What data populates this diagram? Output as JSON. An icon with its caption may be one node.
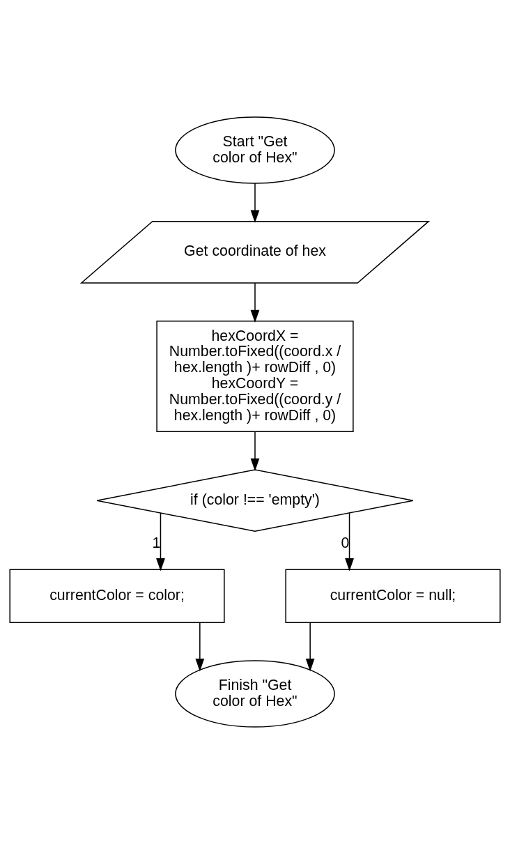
{
  "diagram": {
    "nodes": [
      {
        "text": [
          "Start \"Get color of Hex\""
        ]
      },
      {
        "text": [
          "Get coordinate of hex"
        ]
      },
      {
        "text": [
          "hexCoordX = Number.toFixed((coord.x / hex.length )+ rowDiff , 0) hexCoordY = Number.toFixed((coord.y / hex.length )+ rowDiff , 0)"
        ]
      },
      {
        "text": [
          "if (color !== 'empty')"
        ]
      },
      {
        "text": [
          "currentColor = color;"
        ]
      },
      {
        "text": [
          "currentColor = null;"
        ]
      },
      {
        "text": [
          "Finish \"Get color of Hex\""
        ]
      }
    ],
    "edges": [
      {
        "from": 0,
        "to": 1,
        "arrow": "to"
      },
      {
        "from": 1,
        "to": 2,
        "arrow": "to"
      },
      {
        "from": 2,
        "to": 3,
        "arrow": "to"
      },
      {
        "from": 3,
        "to": 4,
        "arrow": "to",
        "label": "1"
      },
      {
        "from": 3,
        "to": 5,
        "arrow": "to",
        "label": "0"
      },
      {
        "from": 4,
        "to": 6,
        "arrow": "to"
      },
      {
        "from": 5,
        "to": 6,
        "arrow": "to"
      }
    ]
  }
}
